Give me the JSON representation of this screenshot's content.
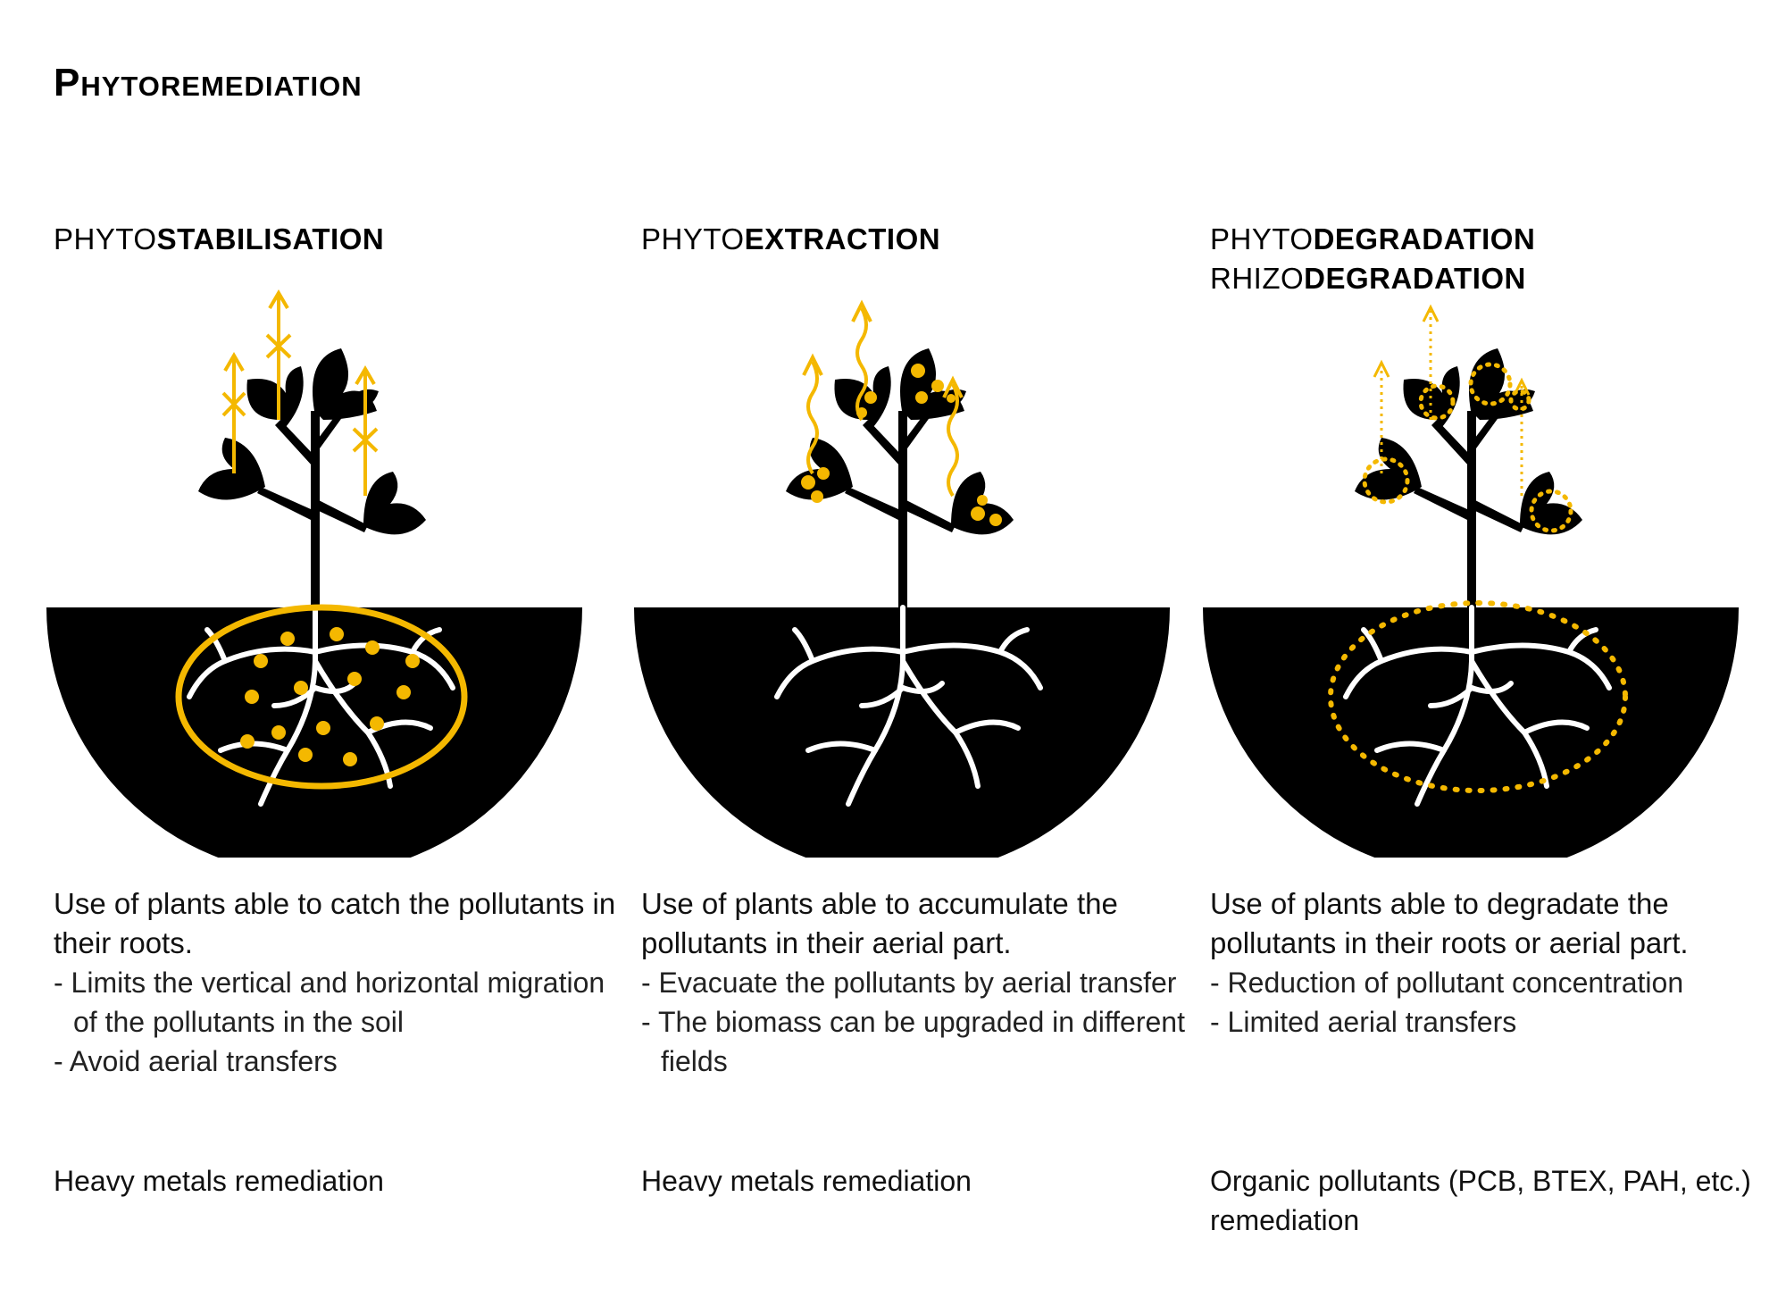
{
  "title": "Phytoremediation",
  "colors": {
    "accent": "#f4b800",
    "ink": "#000000",
    "root": "#ffffff"
  },
  "columns": [
    {
      "heading": [
        {
          "prefix": "PHYTO",
          "bold": "STABILISATION"
        }
      ],
      "description": "Use of plants able to catch the pollutants in their roots.",
      "bullets": [
        "- Limits the vertical and horizontal migration of the pollutants in the soil",
        "- Avoid aerial transfers"
      ],
      "footer": "Heavy metals remediation"
    },
    {
      "heading": [
        {
          "prefix": "PHYTO",
          "bold": "EXTRACTION"
        }
      ],
      "description": "Use of plants able to accumulate the pollutants in their aerial part.",
      "bullets": [
        "- Evacuate the pollutants by aerial transfer",
        "- The biomass can be upgraded in different fields"
      ],
      "footer": "Heavy metals remediation"
    },
    {
      "heading": [
        {
          "prefix": "PHYTO",
          "bold": "DEGRADATION"
        },
        {
          "prefix": "RHIZO",
          "bold": "DEGRADATION"
        }
      ],
      "description": "Use of plants able to degradate the pollutants in their roots or aerial part.",
      "bullets": [
        "- Reduction of pollutant concentration",
        "- Limited aerial transfers"
      ],
      "footer": "Organic pollutants (PCB, BTEX, PAH, etc.) remediation"
    }
  ]
}
